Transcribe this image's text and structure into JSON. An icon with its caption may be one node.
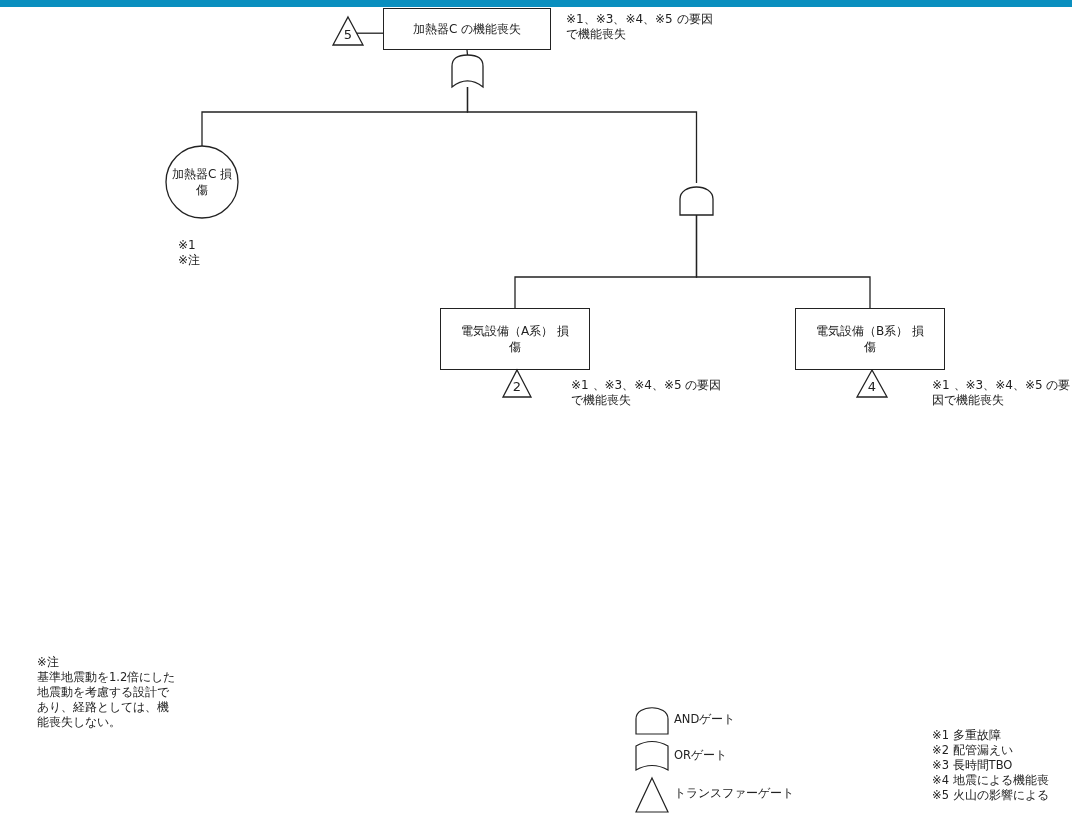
{
  "diagram": {
    "nodes": [
      {
        "text": [
          "加熱器C の機能喪失"
        ],
        "beside": [
          "※1、※3、※4、※5 の要因で機能喪失"
        ]
      },
      {
        "text": [
          "5"
        ]
      },
      {
        "text": [],
        "shape": "gate"
      },
      {
        "text": [
          "加熱器C 損傷"
        ],
        "beside": [
          "※1",
          "※注"
        ]
      },
      {
        "text": [],
        "shape": "gate"
      },
      {
        "text": [
          "電気設備（A系） 損傷"
        ],
        "beside": [
          "※1 、※3、※4、※5 の要因で機能喪失"
        ]
      },
      {
        "text": [
          "2"
        ]
      },
      {
        "text": [
          "電気設備（B系） 損傷"
        ],
        "beside": [
          "※1 、※3、※4、※5 の要因で機能喪失"
        ]
      },
      {
        "text": [
          "4"
        ]
      }
    ],
    "edges": [
      {
        "from": 1,
        "to": 0,
        "arrow": "none"
      },
      {
        "from": 0,
        "to": 2,
        "arrow": "none"
      },
      {
        "from": 2,
        "to": 3,
        "arrow": "none"
      },
      {
        "from": 2,
        "to": 4,
        "arrow": "none"
      },
      {
        "from": 4,
        "to": 5,
        "arrow": "none"
      },
      {
        "from": 4,
        "to": 7,
        "arrow": "none"
      }
    ],
    "labels": [
      "※注",
      "基準地震動を1.2倍にした地震動を考慮する設計であり、経路としては、機能喪失しない。",
      "※1 多重故障",
      "※2 配管漏えい",
      "※3 長時間TBO",
      "※4 地震による機能喪",
      "※5 火山の影響による"
    ],
    "legend": [
      {
        "text": "ANDゲート"
      },
      {
        "text": "ORゲート"
      },
      {
        "text": "トランスファーゲート"
      }
    ]
  }
}
